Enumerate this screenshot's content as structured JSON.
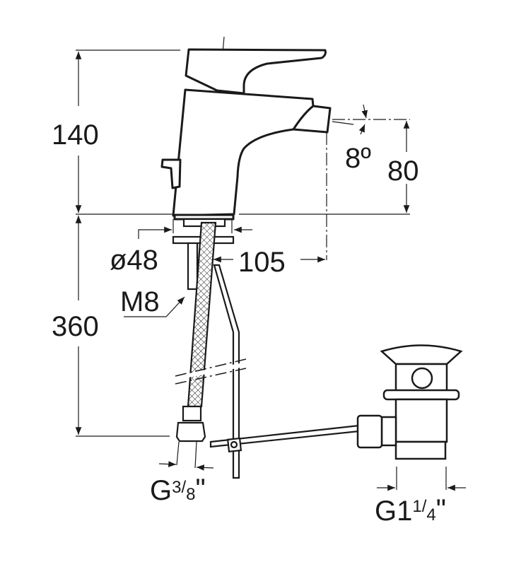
{
  "dimensions": {
    "height_top": "140",
    "height_bottom": "360",
    "spout_height": "80",
    "spout_angle": "8º",
    "base_diameter": "ø48",
    "spout_reach": "105",
    "rod_thread": "M8",
    "hose_connection": {
      "prefix": "G",
      "num": "3",
      "den": "8",
      "suffix": "\""
    },
    "drain_connection": {
      "prefix": "G1",
      "num": "1",
      "den": "4",
      "suffix": "\""
    }
  },
  "colors": {
    "line": "#1a1a1a",
    "background": "#ffffff"
  }
}
